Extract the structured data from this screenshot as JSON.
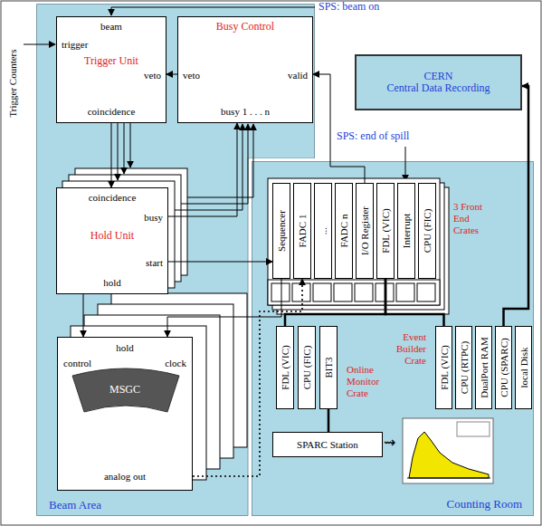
{
  "diagram": {
    "nodes": [
      {
        "text": [
          "Beam Area"
        ]
      },
      {
        "text": [
          "beam",
          "trigger",
          "Trigger Unit",
          "veto",
          "coincidence"
        ],
        "in": 0
      },
      {
        "text": [
          "Busy Control",
          "veto",
          "valid",
          "busy 1 . . . n"
        ],
        "in": 0
      },
      {
        "text": [
          "coincidence",
          "busy",
          "Hold Unit",
          "start",
          "hold"
        ],
        "in": 0
      },
      {
        "text": [
          "hold",
          "control",
          "clock",
          "MSGC",
          "analog out"
        ],
        "in": 0
      },
      {
        "text": [
          "CERN",
          "Central Data Recording"
        ]
      },
      {
        "text": [
          "Counting Room"
        ]
      },
      {
        "text": [
          "3 Front End Crates"
        ],
        "in": 6
      },
      {
        "text": [
          "Sequencer"
        ],
        "in": 7
      },
      {
        "text": [
          "FADC 1"
        ],
        "in": 7
      },
      {
        "text": [
          "..."
        ],
        "in": 7
      },
      {
        "text": [
          "FADC n"
        ],
        "in": 7
      },
      {
        "text": [
          "I/O Register"
        ],
        "in": 7
      },
      {
        "text": [
          "FDL (VIC)"
        ],
        "in": 7
      },
      {
        "text": [
          "Interrupt"
        ],
        "in": 7
      },
      {
        "text": [
          "CPU (FIC)"
        ],
        "in": 7
      },
      {
        "text": [
          "Online Monitor Crate"
        ],
        "in": 6
      },
      {
        "text": [
          "FDL (VIC)"
        ],
        "in": 16
      },
      {
        "text": [
          "CPU (FIC)"
        ],
        "in": 16
      },
      {
        "text": [
          "BIT3"
        ],
        "in": 16
      },
      {
        "text": [
          "Event Builder Crate"
        ],
        "in": 6
      },
      {
        "text": [
          "FDL (VIC)"
        ],
        "in": 20
      },
      {
        "text": [
          "CPU (RTPC)"
        ],
        "in": 20
      },
      {
        "text": [
          "DualPort RAM"
        ],
        "in": 20
      },
      {
        "text": [
          "CPU (SPARC)"
        ],
        "in": 20
      },
      {
        "text": [
          "local Disk"
        ],
        "in": 20
      },
      {
        "text": [
          "SPARC Station"
        ],
        "in": 6
      }
    ],
    "edges": [
      {
        "from": 1,
        "to": 3,
        "arrow": "to"
      },
      {
        "from": 2,
        "to": 1,
        "arrow": "to"
      },
      {
        "from": 3,
        "to": 2,
        "arrow": "to"
      },
      {
        "from": 3,
        "to": 8,
        "arrow": "to"
      },
      {
        "from": 3,
        "to": 4,
        "arrow": "to"
      },
      {
        "from": 8,
        "to": 4,
        "arrow": "to"
      },
      {
        "from": 4,
        "to": 9,
        "arrow": "to"
      },
      {
        "from": 12,
        "to": 2,
        "arrow": "to"
      },
      {
        "from": 13,
        "to": 21,
        "arrow": "none"
      },
      {
        "from": 13,
        "to": 17,
        "arrow": "none"
      },
      {
        "from": 24,
        "to": 5,
        "arrow": "to"
      },
      {
        "from": 19,
        "to": 26,
        "arrow": "none"
      }
    ],
    "labels": [
      "Trigger Counters",
      "SPS: beam on",
      "SPS: end of spill",
      "⇝"
    ]
  }
}
